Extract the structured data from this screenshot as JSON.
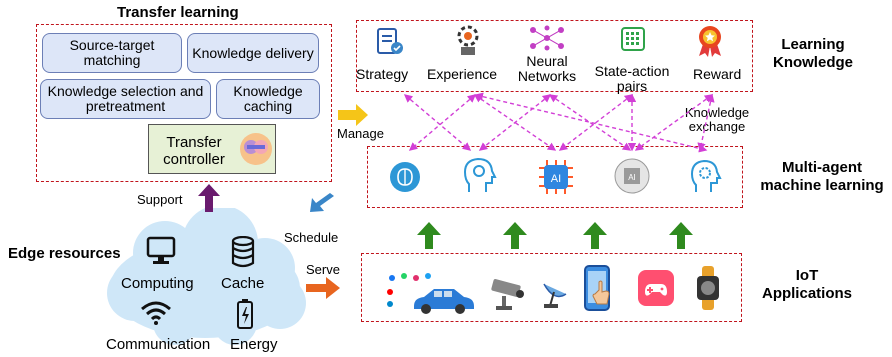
{
  "transfer": {
    "title": "Transfer learning",
    "items": [
      "Source-target matching",
      "Knowledge delivery",
      "Knowledge selection and pretreatment",
      "Knowledge caching"
    ],
    "controller": "Transfer controller"
  },
  "knowledge": {
    "title": "Learning Knowledge",
    "items": [
      "Strategy",
      "Experience",
      "Neural Networks",
      "State-action pairs",
      "Reward"
    ],
    "exchange": "Knowledge exchange"
  },
  "marl": {
    "title": "Multi-agent machine learning"
  },
  "iot": {
    "title": "IoT Applications"
  },
  "edge": {
    "title": "Edge resources",
    "items": [
      "Computing",
      "Cache",
      "Communication",
      "Energy"
    ]
  },
  "arrows": {
    "manage": "Manage",
    "support": "Support",
    "schedule": "Schedule",
    "serve": "Serve"
  },
  "colors": {
    "dash_border": "#c0141c",
    "pill_fill": "#dde6f8",
    "green_arrow": "#2f8a1e",
    "magenta": "#d23fd6",
    "purple_arrow": "#6a1b6e",
    "yellow_arrow": "#f5c518",
    "orange_arrow": "#e8651f",
    "blue_arrow": "#3a86c8"
  }
}
